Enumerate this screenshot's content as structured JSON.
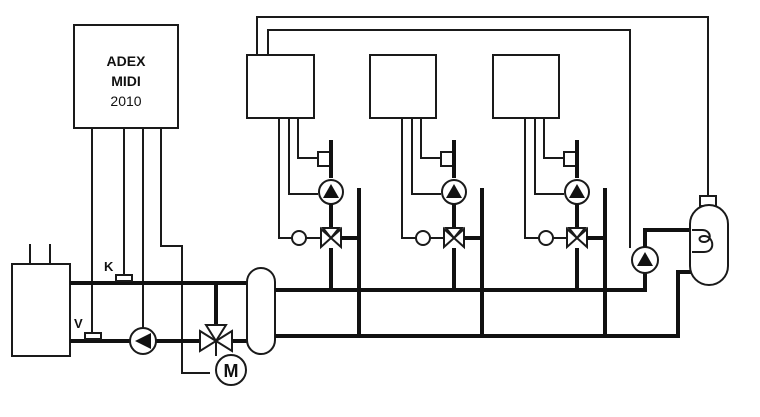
{
  "controller": {
    "line1": "ADEX",
    "line2": "MIDI",
    "line3": "2010"
  },
  "labels": {
    "return_sensor": "V",
    "supply_sensor": "K",
    "mixing_motor": "M"
  },
  "icons": {
    "pump": "pump-icon",
    "valve": "three-way-valve-icon",
    "motor": "motor-icon",
    "sensor": "temperature-sensor-icon",
    "thermostat": "room-thermostat-icon",
    "tank": "hot-water-tank-icon"
  },
  "colors": {
    "line": "#111111",
    "background": "#ffffff"
  }
}
